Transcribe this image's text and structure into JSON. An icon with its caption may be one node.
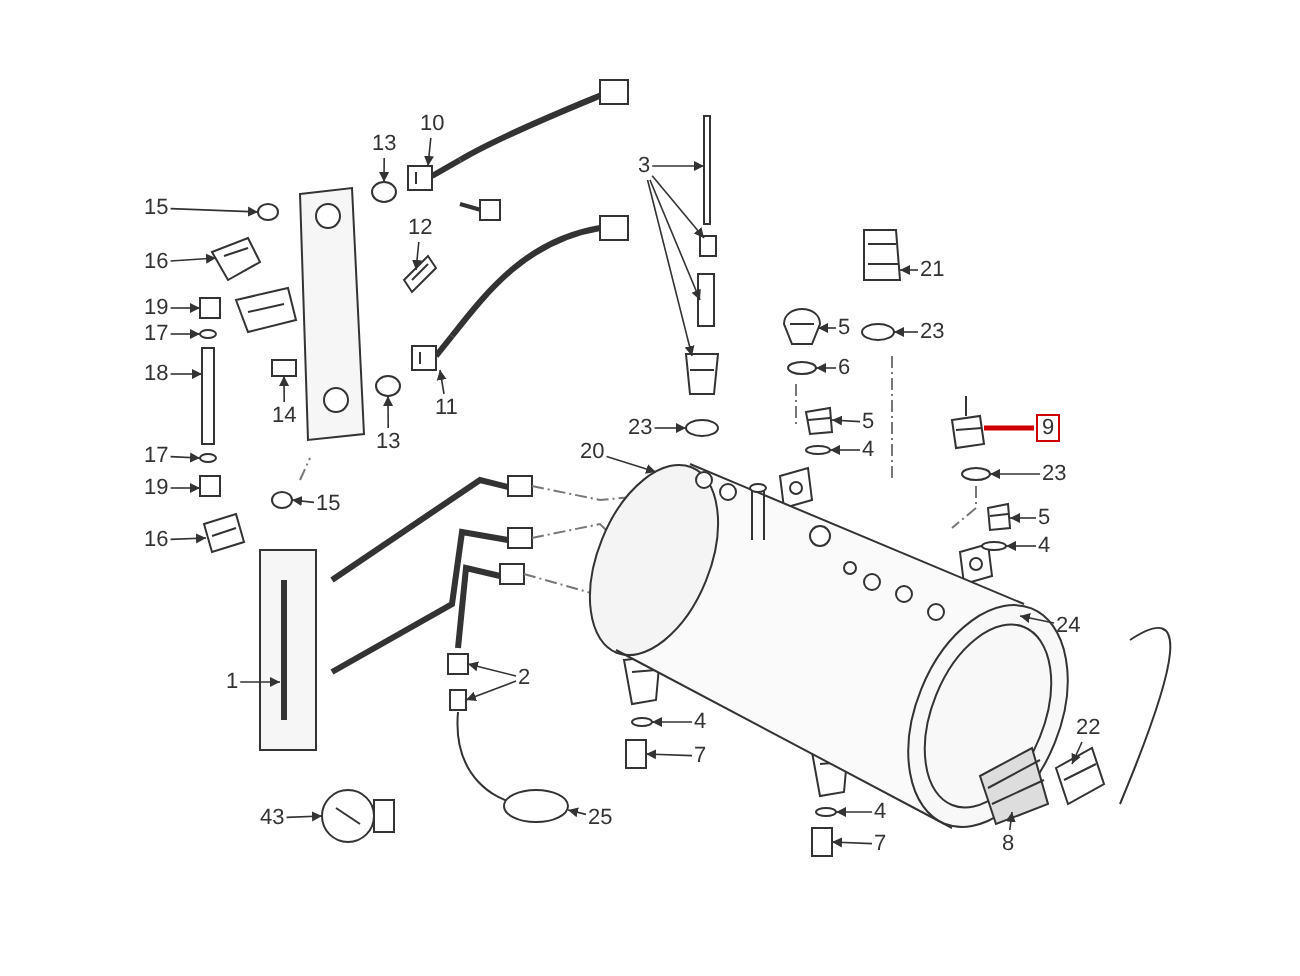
{
  "diagram": {
    "nodes": [
      {
        "text": [
          "15"
        ]
      },
      {
        "text": [
          "16"
        ]
      },
      {
        "text": [
          "19"
        ]
      },
      {
        "text": [
          "17"
        ]
      },
      {
        "text": [
          "18"
        ]
      },
      {
        "text": [
          "17"
        ]
      },
      {
        "text": [
          "19"
        ]
      },
      {
        "text": [
          "16"
        ]
      },
      {
        "text": [
          "15"
        ]
      },
      {
        "text": [
          "13"
        ]
      },
      {
        "text": [
          "10"
        ]
      },
      {
        "text": [
          "12"
        ]
      },
      {
        "text": [
          "14"
        ]
      },
      {
        "text": [
          "13"
        ]
      },
      {
        "text": [
          "11"
        ]
      },
      {
        "text": [
          "3"
        ]
      },
      {
        "text": [
          "21"
        ]
      },
      {
        "text": [
          "5"
        ]
      },
      {
        "text": [
          "6"
        ]
      },
      {
        "text": [
          "23"
        ]
      },
      {
        "text": [
          "23"
        ]
      },
      {
        "text": [
          "5"
        ]
      },
      {
        "text": [
          "4"
        ]
      },
      {
        "text": [
          "9"
        ]
      },
      {
        "text": [
          "23"
        ]
      },
      {
        "text": [
          "5"
        ]
      },
      {
        "text": [
          "4"
        ]
      },
      {
        "text": [
          "20"
        ]
      },
      {
        "text": [
          "24"
        ]
      },
      {
        "text": [
          "1"
        ]
      },
      {
        "text": [
          "2"
        ]
      },
      {
        "text": [
          "4"
        ]
      },
      {
        "text": [
          "7"
        ]
      },
      {
        "text": [
          "4"
        ]
      },
      {
        "text": [
          "7"
        ]
      },
      {
        "text": [
          "8"
        ]
      },
      {
        "text": [
          "22"
        ]
      },
      {
        "text": [
          "43"
        ]
      },
      {
        "text": [
          "25"
        ]
      },
      {
        "text": [],
        "shape": "circle"
      },
      {
        "text": [],
        "shape": "picture"
      },
      {
        "text": [],
        "shape": "box"
      },
      {
        "text": [],
        "shape": "circle"
      },
      {
        "text": [],
        "shape": "box"
      },
      {
        "text": [],
        "shape": "circle"
      },
      {
        "text": [],
        "shape": "box"
      },
      {
        "text": [],
        "shape": "picture"
      },
      {
        "text": [],
        "shape": "circle"
      },
      {
        "text": [],
        "shape": "circle"
      },
      {
        "text": [],
        "shape": "picture"
      },
      {
        "text": [],
        "shape": "picture"
      },
      {
        "text": [],
        "shape": "box"
      },
      {
        "text": [],
        "shape": "circle"
      },
      {
        "text": [],
        "shape": "picture"
      },
      {
        "text": [],
        "shape": "box"
      },
      {
        "text": [],
        "shape": "box"
      },
      {
        "text": [],
        "shape": "box"
      },
      {
        "text": [],
        "shape": "picture"
      },
      {
        "text": [],
        "shape": "picture"
      },
      {
        "text": [],
        "shape": "picture"
      },
      {
        "text": [],
        "shape": "circle"
      },
      {
        "text": [],
        "shape": "circle"
      },
      {
        "text": [],
        "shape": "circle"
      },
      {
        "text": [],
        "shape": "picture"
      },
      {
        "text": [],
        "shape": "circle"
      },
      {
        "text": [],
        "shape": "picture"
      },
      {
        "text": [],
        "shape": "circle"
      },
      {
        "text": [],
        "shape": "picture"
      },
      {
        "text": [],
        "shape": "circle"
      },
      {
        "text": [],
        "shape": "picture"
      },
      {
        "text": [],
        "shape": "picture"
      },
      {
        "text": [],
        "shape": "box"
      },
      {
        "text": [],
        "shape": "picture"
      },
      {
        "text": [],
        "shape": "circle"
      },
      {
        "text": [],
        "shape": "box"
      },
      {
        "text": [],
        "shape": "circle"
      },
      {
        "text": [],
        "shape": "box"
      },
      {
        "text": [],
        "shape": "picture"
      },
      {
        "text": [],
        "shape": "picture"
      },
      {
        "text": [],
        "shape": "picture"
      },
      {
        "text": [],
        "shape": "circle"
      }
    ],
    "edges": [
      {
        "from": 0,
        "to": 39,
        "arrow": "to"
      },
      {
        "from": 1,
        "to": 40,
        "arrow": "to"
      },
      {
        "from": 2,
        "to": 41,
        "arrow": "to"
      },
      {
        "from": 3,
        "to": 42,
        "arrow": "to"
      },
      {
        "from": 4,
        "to": 43,
        "arrow": "to"
      },
      {
        "from": 5,
        "to": 44,
        "arrow": "to"
      },
      {
        "from": 6,
        "to": 45,
        "arrow": "to"
      },
      {
        "from": 7,
        "to": 46,
        "arrow": "to"
      },
      {
        "from": 8,
        "to": 47,
        "arrow": "to"
      },
      {
        "from": 9,
        "to": 48,
        "arrow": "to"
      },
      {
        "from": 10,
        "to": 49,
        "arrow": "to"
      },
      {
        "from": 11,
        "to": 50,
        "arrow": "to"
      },
      {
        "from": 12,
        "to": 51,
        "arrow": "to"
      },
      {
        "from": 13,
        "to": 52,
        "arrow": "to"
      },
      {
        "from": 14,
        "to": 53,
        "arrow": "to"
      },
      {
        "from": 15,
        "to": 54,
        "arrow": "to"
      },
      {
        "from": 15,
        "to": 55,
        "arrow": "to"
      },
      {
        "from": 15,
        "to": 56,
        "arrow": "to"
      },
      {
        "from": 15,
        "to": 57,
        "arrow": "to"
      },
      {
        "from": 16,
        "to": 58,
        "arrow": "to"
      },
      {
        "from": 17,
        "to": 59,
        "arrow": "to"
      },
      {
        "from": 18,
        "to": 60,
        "arrow": "to"
      },
      {
        "from": 19,
        "to": 61,
        "arrow": "to"
      },
      {
        "from": 20,
        "to": 62,
        "arrow": "to"
      },
      {
        "from": 21,
        "to": 63,
        "arrow": "to"
      },
      {
        "from": 22,
        "to": 64,
        "arrow": "to"
      },
      {
        "from": 23,
        "to": 65,
        "arrow": "none",
        "style": "thick",
        "color": "#cc0000"
      },
      {
        "from": 24,
        "to": 66,
        "arrow": "to"
      },
      {
        "from": 25,
        "to": 67,
        "arrow": "to"
      },
      {
        "from": 26,
        "to": 68,
        "arrow": "to"
      },
      {
        "from": 27,
        "to": 69,
        "arrow": "to"
      },
      {
        "from": 28,
        "to": 69,
        "arrow": "to"
      },
      {
        "from": 29,
        "to": 70,
        "arrow": "to"
      },
      {
        "from": 30,
        "to": 71,
        "arrow": "to"
      },
      {
        "from": 30,
        "to": 72,
        "arrow": "to"
      },
      {
        "from": 31,
        "to": 73,
        "arrow": "to"
      },
      {
        "from": 32,
        "to": 74,
        "arrow": "to"
      },
      {
        "from": 33,
        "to": 75,
        "arrow": "to"
      },
      {
        "from": 34,
        "to": 76,
        "arrow": "to"
      },
      {
        "from": 35,
        "to": 77,
        "arrow": "to"
      },
      {
        "from": 36,
        "to": 78,
        "arrow": "to"
      },
      {
        "from": 37,
        "to": 79,
        "arrow": "to"
      },
      {
        "from": 38,
        "to": 80,
        "arrow": "to"
      }
    ]
  }
}
